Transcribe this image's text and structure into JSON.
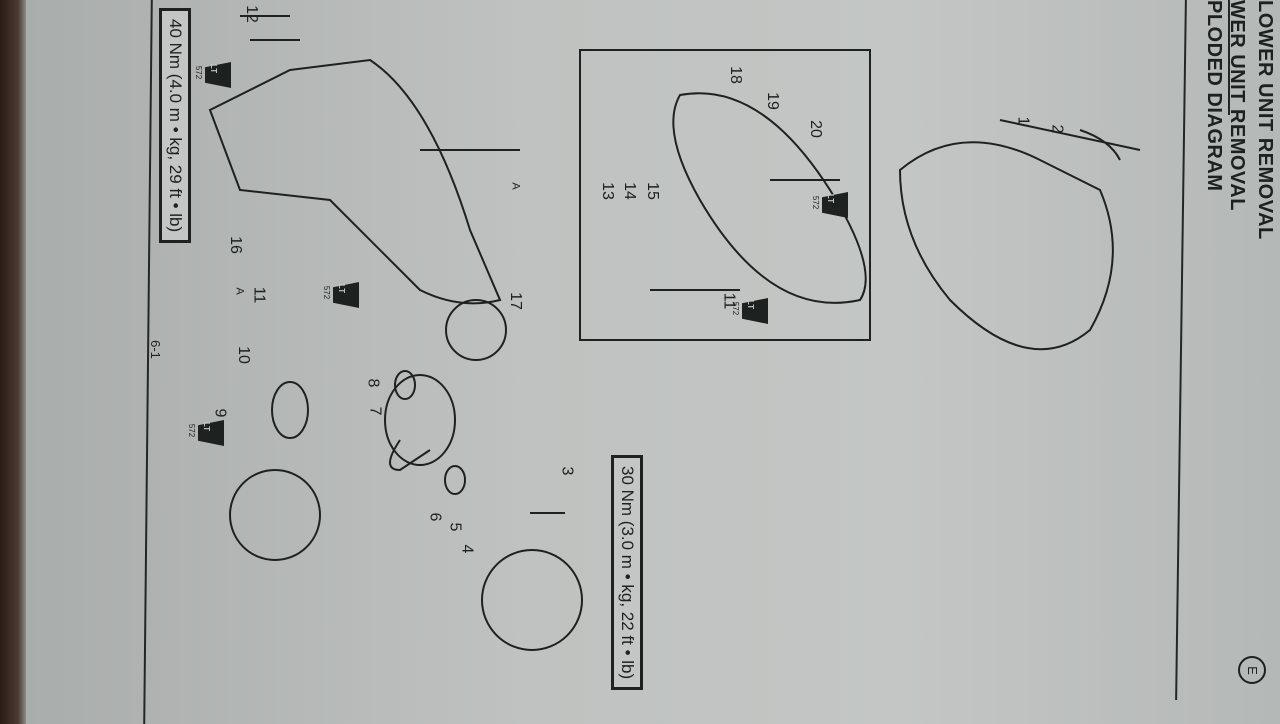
{
  "header": {
    "section_tab": "LOWER UNIT REMOVAL",
    "title_line1": "WER UNIT REMOVAL",
    "title_line2": "PLODED DIAGRAM",
    "lang_badge": "E"
  },
  "torque_specs": [
    "40 Nm (4.0 m • kg, 29 ft • lb)",
    "30 Nm (3.0 m • kg, 22 ft • lb)"
  ],
  "sealant": {
    "label": "LT",
    "code": "572"
  },
  "grease_label": "A",
  "callouts": [
    "1",
    "2",
    "3",
    "4",
    "5",
    "6",
    "7",
    "8",
    "9",
    "10",
    "11",
    "12",
    "13",
    "14",
    "15",
    "16",
    "17",
    "18",
    "19",
    "20",
    "11"
  ],
  "page_number": "6-1"
}
